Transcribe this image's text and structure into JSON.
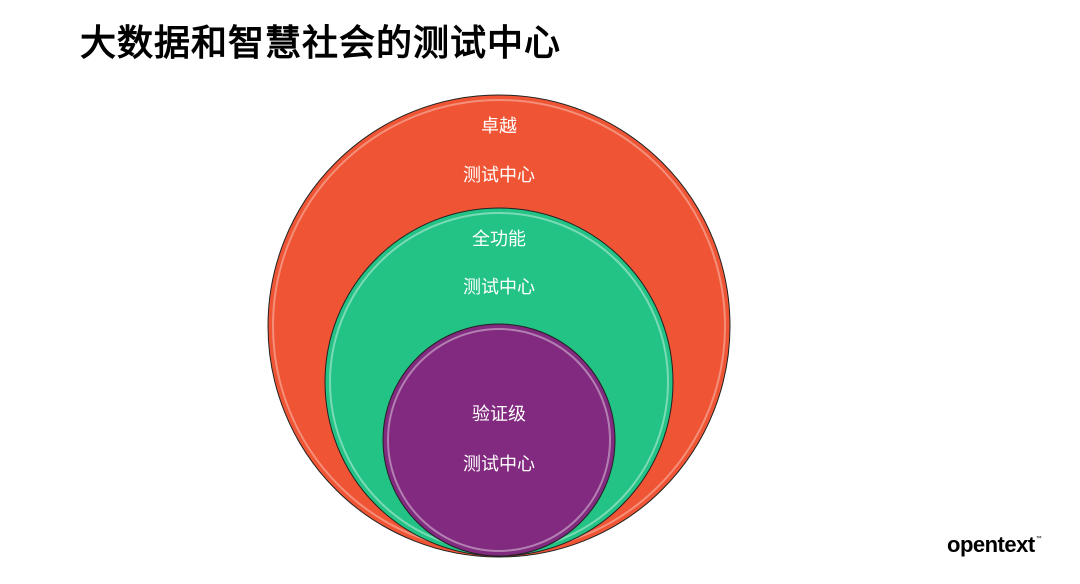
{
  "slide": {
    "title": "大数据和智慧社会的测试中心",
    "circles": [
      {
        "line1": "卓越",
        "line2": "测试中心",
        "color": "#EF5434"
      },
      {
        "line1": "全功能",
        "line2": "测试中心",
        "color": "#23C285"
      },
      {
        "line1": "验证级",
        "line2": "测试中心",
        "color": "#812A7F"
      }
    ],
    "logo": {
      "text": "opentext",
      "tm": "™"
    }
  }
}
